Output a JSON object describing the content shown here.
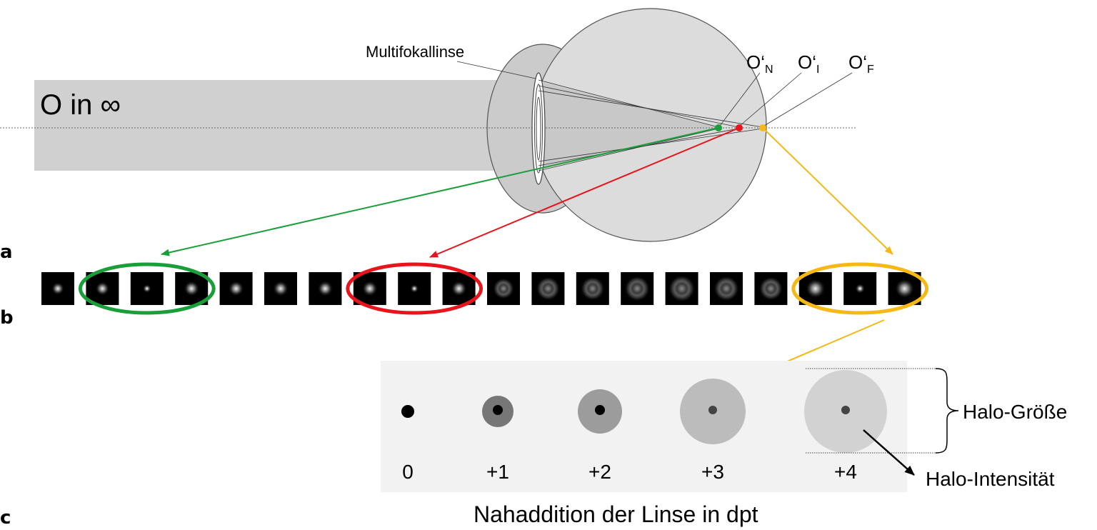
{
  "panels": {
    "a": "a",
    "b": "b",
    "c": "c"
  },
  "schematic": {
    "object_label": "O in ∞",
    "lens_label": "Multifokallinse",
    "focal_points": [
      {
        "id": "near",
        "base": "O‘",
        "sub": "N",
        "color": "#1a9e3a"
      },
      {
        "id": "intermediate",
        "base": "O‘",
        "sub": "I",
        "color": "#e8141b"
      },
      {
        "id": "far",
        "base": "O‘",
        "sub": "F",
        "color": "#f5b814"
      }
    ]
  },
  "psf_strip": {
    "count": 20,
    "highlight_groups": [
      {
        "color": "#1a9e3a",
        "tiles": [
          1,
          2,
          3
        ]
      },
      {
        "color": "#e8141b",
        "tiles": [
          7,
          8,
          9
        ]
      },
      {
        "color": "#f5b814",
        "tiles": [
          17,
          18,
          19
        ]
      }
    ]
  },
  "halo_chart": {
    "axis_title": "Nahaddition der Linse in dpt",
    "items": [
      {
        "label": "0",
        "halo_gray": "#000000"
      },
      {
        "label": "+1",
        "halo_gray": "#777777"
      },
      {
        "label": "+2",
        "halo_gray": "#9c9c9c"
      },
      {
        "label": "+3",
        "halo_gray": "#bcbcbc"
      },
      {
        "label": "+4",
        "halo_gray": "#d2d2d2"
      }
    ],
    "size_label": "Halo-Größe",
    "intensity_label": "Halo-Intensität"
  },
  "colors": {
    "green": "#1a9e3a",
    "red": "#e8141b",
    "yellow": "#f5b814",
    "beam": "#d0d0d0",
    "eye": "#dcdcdc",
    "panel_bg": "#f2f2f2"
  }
}
